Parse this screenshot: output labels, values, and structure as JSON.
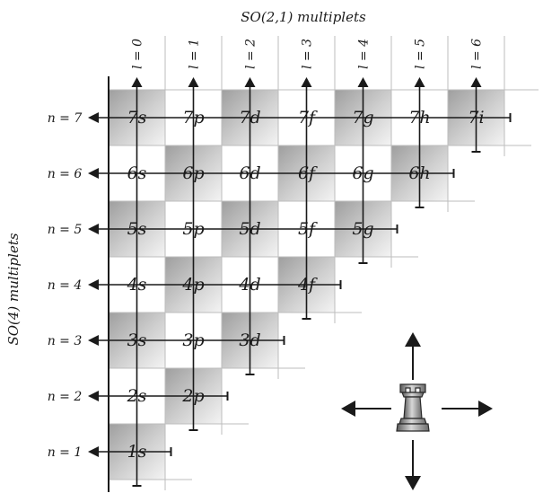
{
  "top_title": "SO(2,1) multiplets",
  "side_title": "SO(4) multiplets",
  "l_labels": [
    "l = 0",
    "l = 1",
    "l = 2",
    "l = 3",
    "l = 4",
    "l = 5",
    "l = 6"
  ],
  "n_labels": [
    "n = 1",
    "n = 2",
    "n = 3",
    "n = 4",
    "n = 5",
    "n = 6",
    "n = 7"
  ],
  "letters": [
    "s",
    "p",
    "d",
    "f",
    "g",
    "h",
    "i"
  ],
  "cells": [
    [
      "1s"
    ],
    [
      "2s",
      "2p"
    ],
    [
      "3s",
      "3p",
      "3d"
    ],
    [
      "4s",
      "4p",
      "4d",
      "4f"
    ],
    [
      "5s",
      "5p",
      "5d",
      "5f",
      "5g"
    ],
    [
      "6s",
      "6p",
      "6d",
      "6f",
      "6g",
      "6h"
    ],
    [
      "7s",
      "7p",
      "7d",
      "7f",
      "7g",
      "7h",
      "7i"
    ]
  ],
  "shading": "checkerboard (l + n odd = shaded)",
  "piece": "rook-icon",
  "colors": {
    "shade": "#c8c8c8",
    "shade_light": "#f0f0f0",
    "ink": "#1a1a1a",
    "grid": "#bdbdbd"
  }
}
